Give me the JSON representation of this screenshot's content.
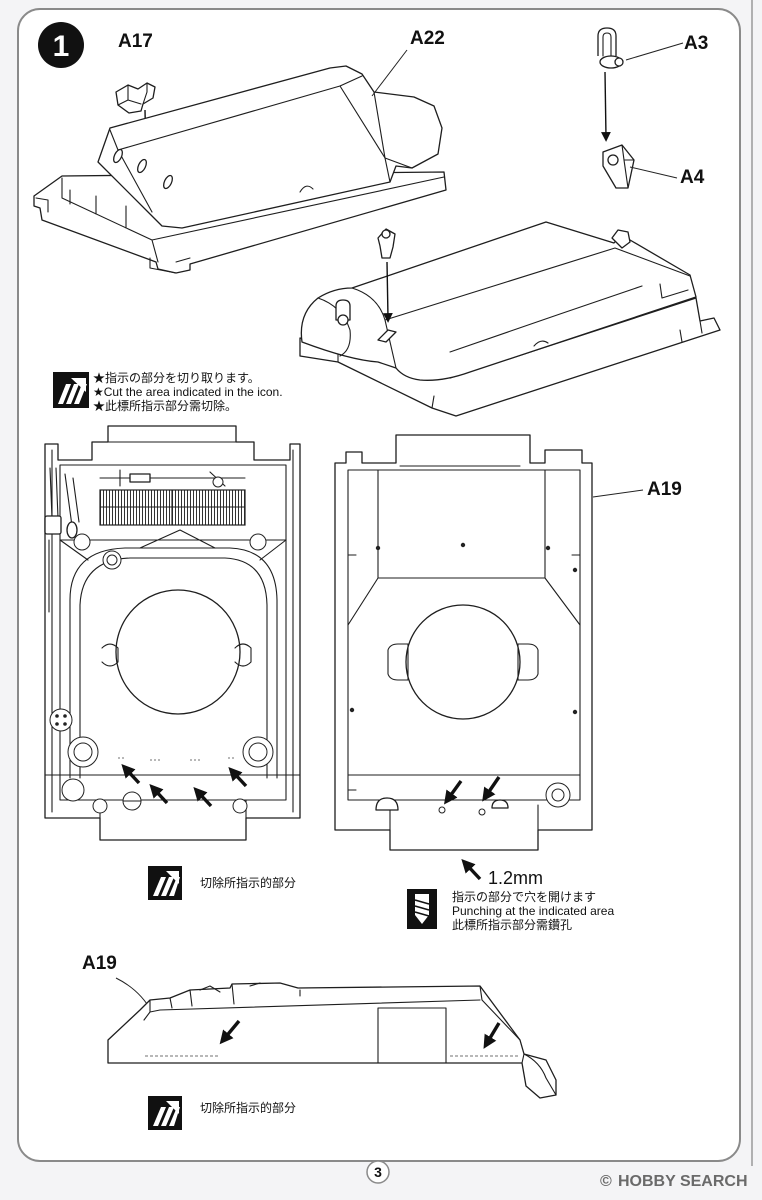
{
  "step": {
    "number": "1"
  },
  "parts": {
    "a17": "A17",
    "a22": "A22",
    "a3": "A3",
    "a4": "A4",
    "a19_bottom_view": "A19",
    "a19_side_view": "A19"
  },
  "notes": {
    "cut": {
      "icon": "cut-area-icon",
      "ja": "★指示の部分を切り取ります。",
      "en": "★Cut the area indicated in the icon.",
      "zh": "★此標所指示部分需切除。"
    },
    "cut_caption_1": {
      "icon": "cut-area-icon",
      "text": "切除所指示的部分"
    },
    "drill_size": "1.2mm",
    "punch": {
      "icon": "drill-icon",
      "ja": "指示の部分で穴を開けます",
      "en": "Punching at the indicated area",
      "zh": "此標所指示部分需鑽孔"
    },
    "cut_caption_2": {
      "icon": "cut-area-icon",
      "text": "切除所指示的部分"
    }
  },
  "page_number": "3",
  "watermark": {
    "symbol": "©",
    "brand": "HOBBY SEARCH"
  },
  "colors": {
    "line": "#1e1e1e",
    "frame": "#8a8a8a",
    "paper": "#ffffff",
    "badge": "#111111",
    "watermark": "#6a6a6a"
  }
}
